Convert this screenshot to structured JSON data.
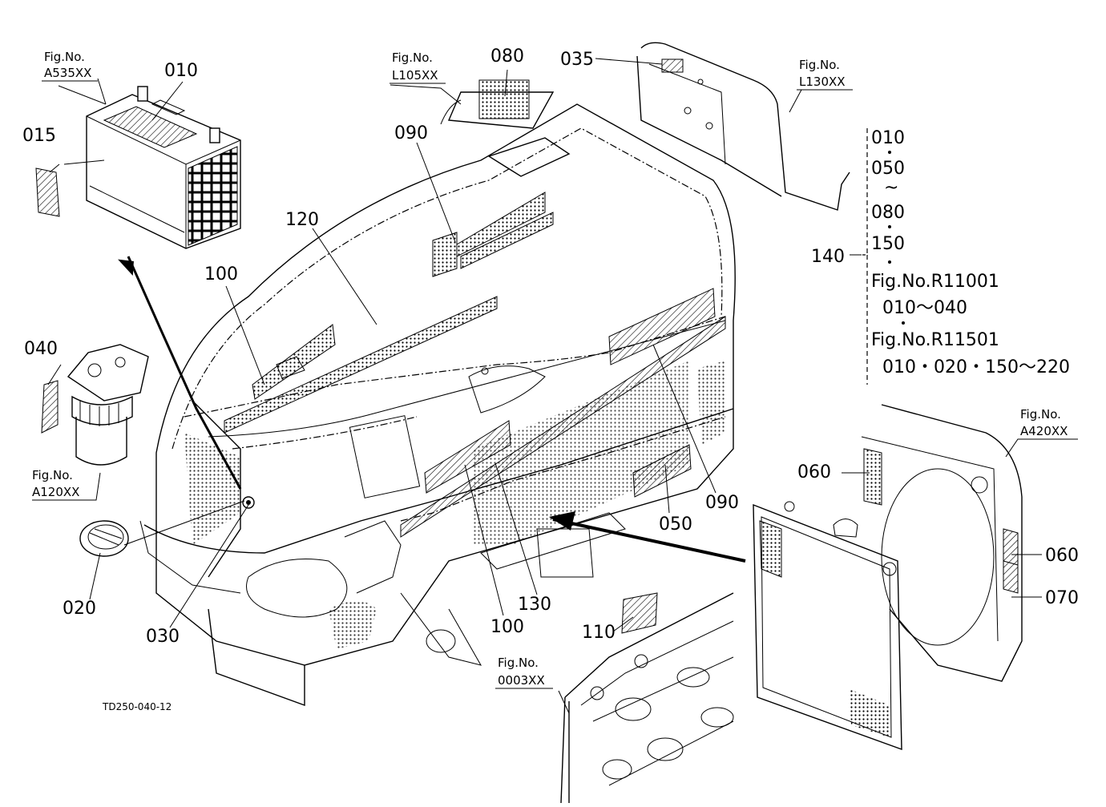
{
  "diagram": {
    "drawing_code": "TD250-040-12",
    "callouts": {
      "c010_top": "010",
      "c015": "015",
      "c040": "040",
      "c020": "020",
      "c030": "030",
      "c100_a": "100",
      "c100_b": "100",
      "c120": "120",
      "c090_a": "090",
      "c090_b": "090",
      "c080": "080",
      "c035": "035",
      "c140": "140",
      "c050": "050",
      "c130": "130",
      "c110": "110",
      "c060_a": "060",
      "c060_b": "060",
      "c070": "070"
    },
    "fig_refs": {
      "a535": {
        "line1": "Fig.No.",
        "line2": "A535XX"
      },
      "l105": {
        "line1": "Fig.No.",
        "line2": "L105XX"
      },
      "l130": {
        "line1": "Fig.No.",
        "line2": "L130XX"
      },
      "a120": {
        "line1": "Fig.No.",
        "line2": "A120XX"
      },
      "a420": {
        "line1": "Fig.No.",
        "line2": "A420XX"
      },
      "o003": {
        "line1": "Fig.No.",
        "line2": "0003XX"
      }
    },
    "side_list": {
      "l1": "010",
      "l2": "050",
      "l3": "~",
      "l4": "080",
      "l5": "150",
      "l6": "Fig.No.R11001",
      "l7": "010～040",
      "l8": "Fig.No.R11501",
      "l9": "010・020・150～220"
    }
  }
}
